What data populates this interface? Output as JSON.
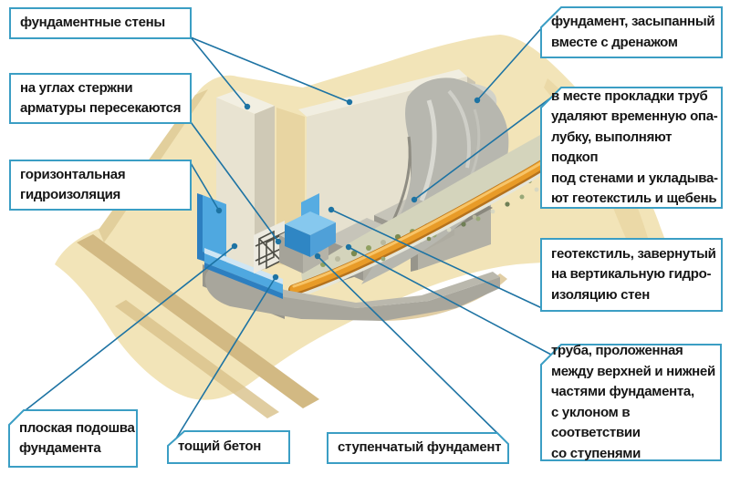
{
  "figure_type": "technical construction diagram (stepped foundation with drainage pipe)",
  "labels": {
    "foundation_walls": "фундаментные стены",
    "rebar_corners": "на углах стержни\nарматуры пересекаются",
    "horizontal_waterproofing": "горизонтальная\nгидроизоляция",
    "flat_sole": "плоская подошва\nфундамента",
    "lean_concrete": "тощий бетон",
    "stepped_foundation": "ступенчатый фундамент",
    "backfilled_drainage": "фундамент, засыпанный\nвместе с дренажом",
    "pipe_laying_note": "в месте прокладки труб\nудаляют временную опа-\nлубку, выполняют подкоп\nпод стенами и укладыва-\nют геотекстиль и щебень",
    "geotextile_wrapped": "геотекстиль, завернутый\nна вертикальную гидро-\nизоляцию стен",
    "pipe_slope": "труба, проложенная\nмежду верхней и нижней\nчастями фундамента,\nс уклоном в соответствии\nсо ступенями"
  },
  "palette": {
    "box_border": "#3b9ec4",
    "leader_line": "#1d73a3",
    "sand": "#f2e4b8",
    "sand_shadow": "#d2b983",
    "concrete_wall": "#e6e1cf",
    "concrete_footing": "#a8a69c",
    "waterproofing_blue": "#4fa8e0",
    "pipe_orange": "#e89b28",
    "gravel": "#d4d4bc",
    "geotextile": "#b7b7af"
  }
}
